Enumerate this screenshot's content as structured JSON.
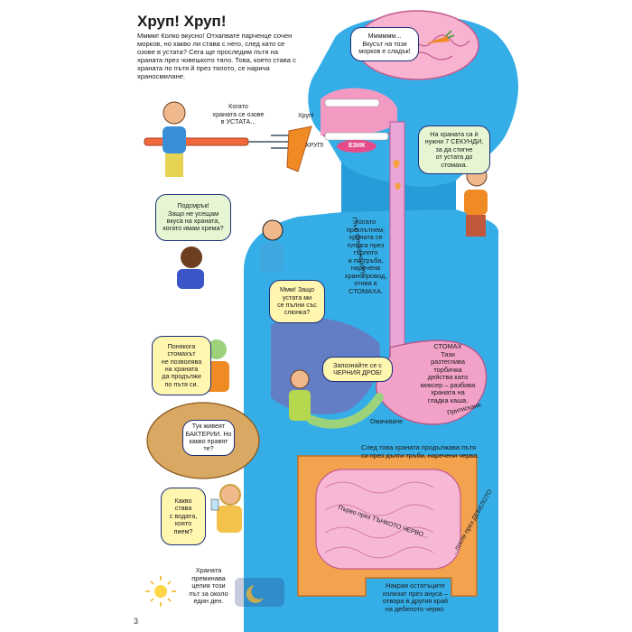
{
  "title": "Хруп! Хруп!",
  "intro": "Мммм! Колко вкусно! Отхапвате парченце сочен морков, но какво ли става с него, след като се озове в устата? Сега ще проследим пътя на храната през човешкото тяло. Това, което става с храната по пътя й през тялото, се нарича храносмилане.",
  "bubbles": {
    "brain": "Мммммм...\nВкусът на този\nморков е сладък!",
    "mouth": "Когато\nхраната се озове\nв УСТАТА...",
    "seconds": "На храната са ѝ\nнужни 7 СЕКУНДИ,\nза да стигне\nот устата до\nстомаха.",
    "smell": "Подсмрък!\nЗащо не усещам\nвкуса на храната,\nкогато имам хрема?",
    "hunger": "Ммм! Защо\nустата ми\nсе пълни със\nслюнка?",
    "stomach_limits": "Понякога\nстомахът\nне позволява\nна храната\nда продължи\nпо пътя си.",
    "liver": "Запознайте се с\nЧЕРНИЯ ДРОБ!",
    "bacteria": "Тук живеят\nБАКТЕРИИ. Но\nкакво правят\nте?",
    "water": "Какво\nстава\nс водата,\nкоято\nпием?"
  },
  "labels": {
    "crunch1": "Хруп!",
    "crunch2": "ХРУП!",
    "tongue": "ЕЗИК",
    "swallow": "Глът! Слиза надолу...",
    "esophagus": "Когато\nпреглътнем,\nхраната се\nплъзга през\nгърлото\nи по тръба,\nнаречена\nхранопровод,\nотива в\nСТОМАХА.",
    "stomach": "СТОМАХ\nТази\nразтеглива\nторбичка\nдейства като\nмиксер – разбива\nхраната на\nгладка каша.",
    "squeeze": "Притискане",
    "mix": "Омачкване",
    "intestine": "След това храната продължава пътя\nси през дълги тръби, наречени черва.",
    "small_intestine": "Първо през ТЪНКОТО ЧЕРВО...",
    "large_intestine": "...после през ДЕБЕЛОТО",
    "anus": "Накрая остатъците\nизлизат през ануса –\nотвора в другия край\nна дебелото черво.",
    "day": "Храната\nпреминава\nцелия този\nпът за около\nедин ден."
  },
  "page_number": "3"
}
